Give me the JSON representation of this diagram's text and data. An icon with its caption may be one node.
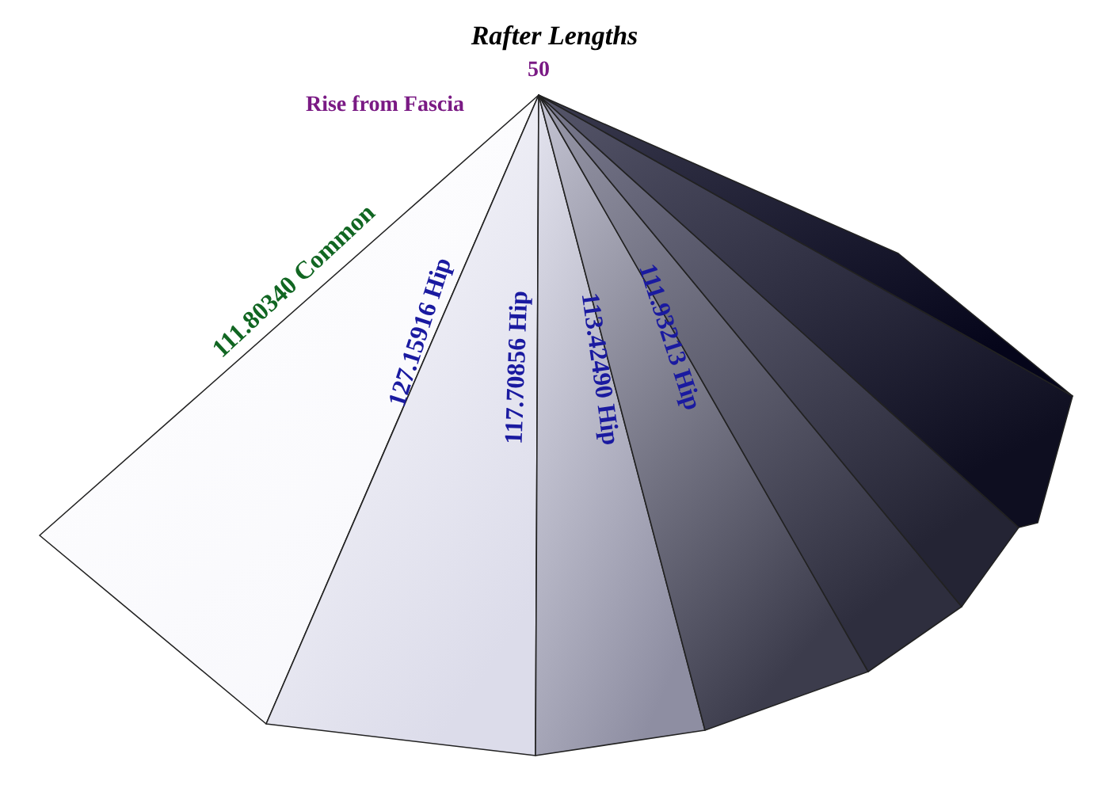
{
  "diagram": {
    "title": "Rafter Lengths",
    "labels": [
      "50",
      "Rise from Fascia",
      "111.80340 Common",
      "127.15916 Hip",
      "117.70856 Hip",
      "113.42490 Hip",
      "111.93213 Hip"
    ]
  }
}
